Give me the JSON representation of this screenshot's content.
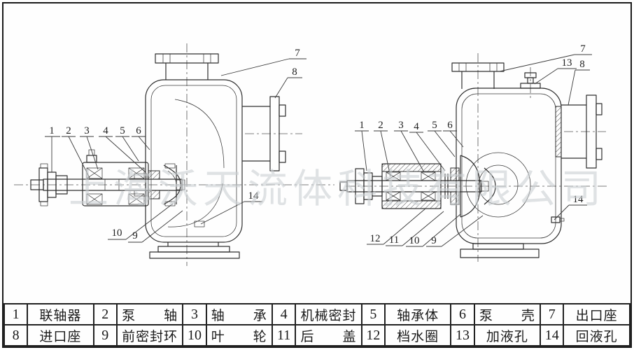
{
  "colors": {
    "ink": "#2e2e2e",
    "watermark": "#ccd1d4",
    "table_border": "#222222"
  },
  "watermark": "上海沃天流体科技有限公司",
  "diagram": {
    "left_view": {
      "callouts": {
        "n1": "1",
        "n2": "2",
        "n3": "3",
        "n4": "4",
        "n5": "5",
        "n6": "6",
        "n7": "7",
        "n8": "8",
        "n9": "9",
        "n10": "10",
        "n14": "14"
      }
    },
    "right_view": {
      "callouts": {
        "n1": "1",
        "n2": "2",
        "n3": "3",
        "n4": "4",
        "n5": "5",
        "n6": "6",
        "n7": "7",
        "n8": "8",
        "n9": "9",
        "n10": "10",
        "n11": "11",
        "n12": "12",
        "n13": "13",
        "n14": "14"
      }
    }
  },
  "parts_table": {
    "row1": [
      {
        "no": "1",
        "name": "联轴器"
      },
      {
        "no": "2",
        "name": "泵　　轴"
      },
      {
        "no": "3",
        "name": "轴　　承"
      },
      {
        "no": "4",
        "name": "机械密封"
      },
      {
        "no": "5",
        "name": "轴承体"
      },
      {
        "no": "6",
        "name": "泵　　壳"
      },
      {
        "no": "7",
        "name": "出口座"
      }
    ],
    "row2": [
      {
        "no": "8",
        "name": "进口座"
      },
      {
        "no": "9",
        "name": "前密封环"
      },
      {
        "no": "10",
        "name": "叶　　轮"
      },
      {
        "no": "11",
        "name": "后　　盖"
      },
      {
        "no": "12",
        "name": "档水圈"
      },
      {
        "no": "13",
        "name": "加液孔"
      },
      {
        "no": "14",
        "name": "回液孔"
      }
    ]
  }
}
